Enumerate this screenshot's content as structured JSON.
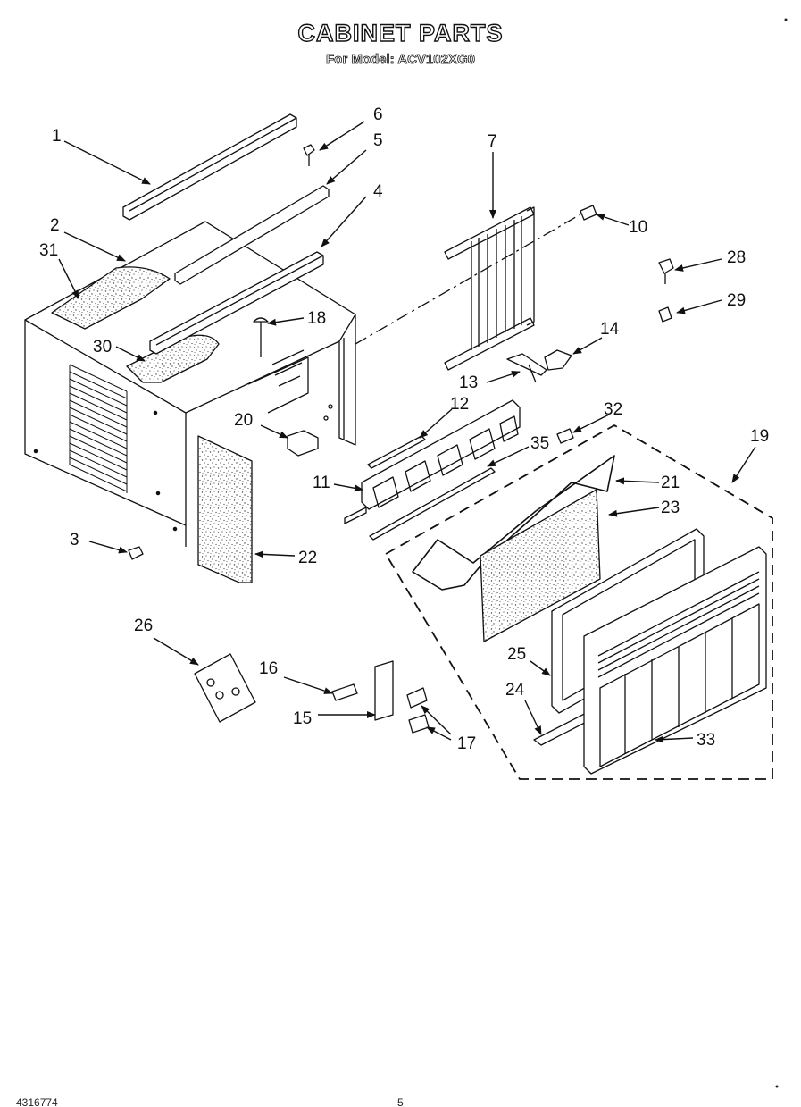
{
  "header": {
    "title": "CABINET PARTS",
    "subtitle": "For Model: ACV102XG0"
  },
  "footer": {
    "doc_number": "4316774",
    "page_number": "5"
  },
  "callouts": {
    "p1": "1",
    "p2": "2",
    "p3": "3",
    "p4": "4",
    "p5": "5",
    "p6": "6",
    "p7": "7",
    "p10": "10",
    "p11": "11",
    "p12": "12",
    "p13": "13",
    "p14": "14",
    "p15": "15",
    "p16": "16",
    "p17": "17",
    "p18": "18",
    "p19": "19",
    "p20": "20",
    "p21": "21",
    "p22": "22",
    "p23": "23",
    "p24": "24",
    "p25": "25",
    "p26": "26",
    "p28": "28",
    "p29": "29",
    "p30": "30",
    "p31": "31",
    "p32": "32",
    "p33": "33",
    "p35": "35"
  },
  "colors": {
    "line": "#111111",
    "paper": "#ffffff",
    "insulation_speckle": "#555555"
  }
}
